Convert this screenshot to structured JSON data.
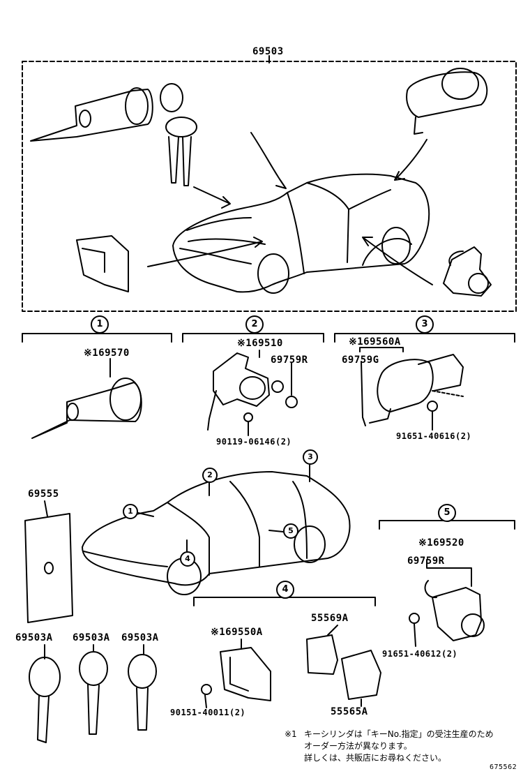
{
  "main_assembly": {
    "part_no": "69503"
  },
  "groups": [
    {
      "id": "1",
      "parts": [
        "※169570"
      ]
    },
    {
      "id": "2",
      "parts": [
        "※169510",
        "69759R",
        "90119-06146(2)"
      ]
    },
    {
      "id": "3",
      "parts": [
        "※169560A",
        "69759G",
        "91651-40616(2)"
      ]
    },
    {
      "id": "4",
      "parts": [
        "※169550A",
        "90151-40011(2)",
        "55569A",
        "55565A"
      ]
    },
    {
      "id": "5",
      "parts": [
        "※169520",
        "69759R",
        "91651-40612(2)"
      ]
    }
  ],
  "location_markers": [
    "1",
    "2",
    "3",
    "4",
    "5"
  ],
  "other_parts": {
    "plate": "69555",
    "keys": [
      "69503A",
      "69503A",
      "69503A"
    ]
  },
  "footnote": {
    "mark": "※1",
    "line1": "キーシリンダは「キーNo.指定」の受注生産のため",
    "line2": "オーダー方法が異なります。",
    "line3": "詳しくは、共販店にお尋ねください。"
  },
  "doc_id": "675562"
}
